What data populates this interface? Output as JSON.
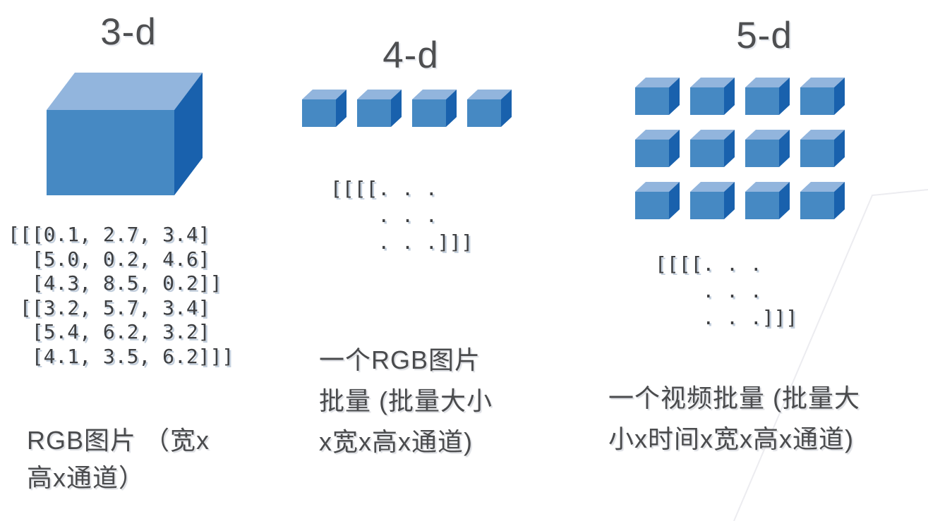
{
  "slide": {
    "background": "#ffffff",
    "accent_line_color": "#ececf0"
  },
  "cube_colors": {
    "top": "#92b5dd",
    "front": "#4689c3",
    "side": "#1961ad"
  },
  "text_colors": {
    "title": "#4e4f51",
    "matrix": "#3e3f41",
    "caption": "#4a4b4d"
  },
  "columns": [
    {
      "id": "3d",
      "title": "3-d",
      "cube_layout": {
        "rows": 1,
        "cols": 1,
        "style": "large"
      },
      "matrix_lines": [
        "[[[0.1, 2.7, 3.4]",
        "  [5.0, 0.2, 4.6]",
        "  [4.3, 8.5, 0.2]]",
        " [[3.2, 5.7, 3.4]",
        "  [5.4, 6.2, 3.2]",
        "  [4.1, 3.5, 6.2]]]"
      ],
      "caption_lines": [
        "RGB图片 （宽x",
        "高x通道）"
      ]
    },
    {
      "id": "4d",
      "title": "4-d",
      "cube_layout": {
        "rows": 1,
        "cols": 4,
        "style": "small"
      },
      "matrix_lines": [
        "[[[[. . .",
        "    . . .",
        "    . . .]]]"
      ],
      "caption_lines": [
        "一个RGB图片",
        "批量 (批量大小",
        "x宽x高x通道)"
      ]
    },
    {
      "id": "5d",
      "title": "5-d",
      "cube_layout": {
        "rows": 3,
        "cols": 4,
        "style": "small"
      },
      "matrix_lines": [
        "[[[[. . .",
        "    . . .",
        "    . . .]]]"
      ],
      "caption_lines": [
        "一个视频批量 (批量大",
        "小x时间x宽x高x通道)"
      ]
    }
  ]
}
